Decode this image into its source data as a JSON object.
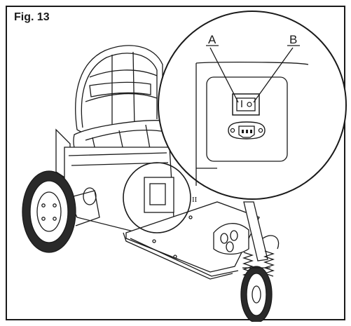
{
  "figure": {
    "label": "Fig. 13",
    "callout_a": "A",
    "callout_b": "B",
    "power_mark": "II"
  },
  "colors": {
    "line": "#1a1a1a",
    "background": "#ffffff",
    "tire": "#2a2a2a"
  }
}
